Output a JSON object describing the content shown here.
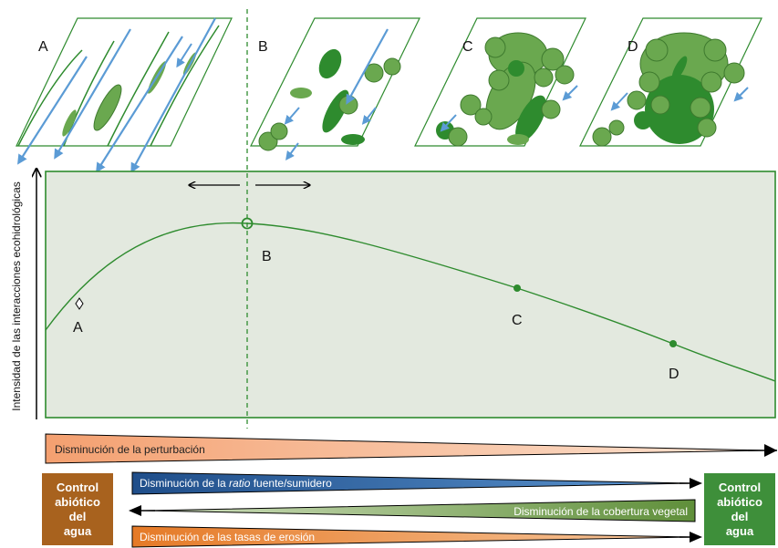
{
  "panels": [
    {
      "label": "A"
    },
    {
      "label": "B"
    },
    {
      "label": "C"
    },
    {
      "label": "D"
    }
  ],
  "y_axis_label": "Intensidad de las interacciones ecohidrológicas",
  "curve_points": [
    {
      "label": "A",
      "marker": "diamond"
    },
    {
      "label": "B",
      "marker": "open-circle"
    },
    {
      "label": "C",
      "marker": "filled-dot"
    },
    {
      "label": "D",
      "marker": "filled-dot"
    }
  ],
  "gradients": {
    "disturbance": "Disminución de la perturbación",
    "ratio_prefix": "Disminución de la ",
    "ratio_italic": "ratio",
    "ratio_suffix": " fuente/sumidero",
    "cover": "Disminución de la cobertura vegetal",
    "erosion": "Disminución de las tasas de erosión"
  },
  "control_left": "Control\nabiótico\ndel\nagua",
  "control_right": "Control\nabiótico\ndel\nagua",
  "colors": {
    "green_line": "#2e8b2e",
    "panel_fill": "#e3e9df",
    "disturbance": "#f2b48a",
    "ratio": "#1f5ea8",
    "cover": "#6f9a45",
    "erosion": "#e07a2a",
    "control_left": "#a8621e",
    "control_right": "#3e8f3a",
    "blue_arrow": "#5b9bd5"
  }
}
